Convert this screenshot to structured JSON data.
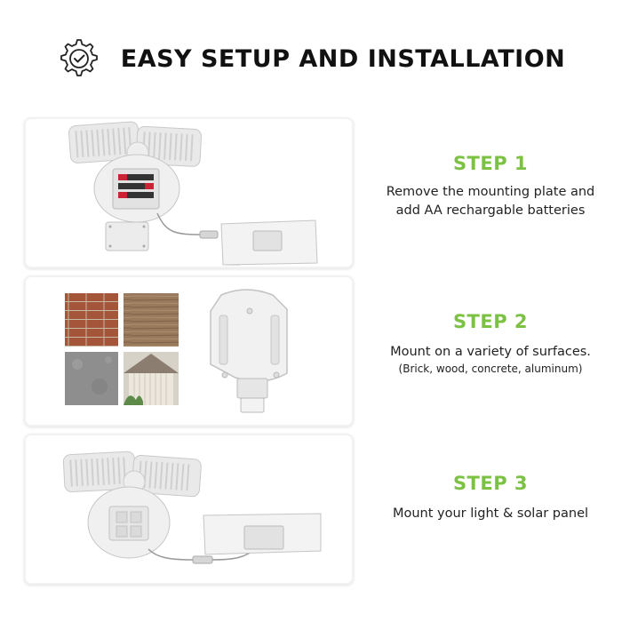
{
  "header": {
    "title": "EASY SETUP AND INSTALLATION",
    "icon": "gear-check-icon"
  },
  "colors": {
    "accent": "#7cc242",
    "title": "#111111",
    "card_bg": "#ffffff"
  },
  "steps": [
    {
      "title": "STEP 1",
      "lines": [
        "Remove the mounting plate and",
        "add AA rechargable batteries"
      ]
    },
    {
      "title": "STEP 2",
      "lines": [
        "Mount on a variety of surfaces."
      ],
      "sub": "(Brick, wood, concrete, aluminum)"
    },
    {
      "title": "STEP 3",
      "lines": [
        "Mount your light & solar panel"
      ]
    }
  ]
}
